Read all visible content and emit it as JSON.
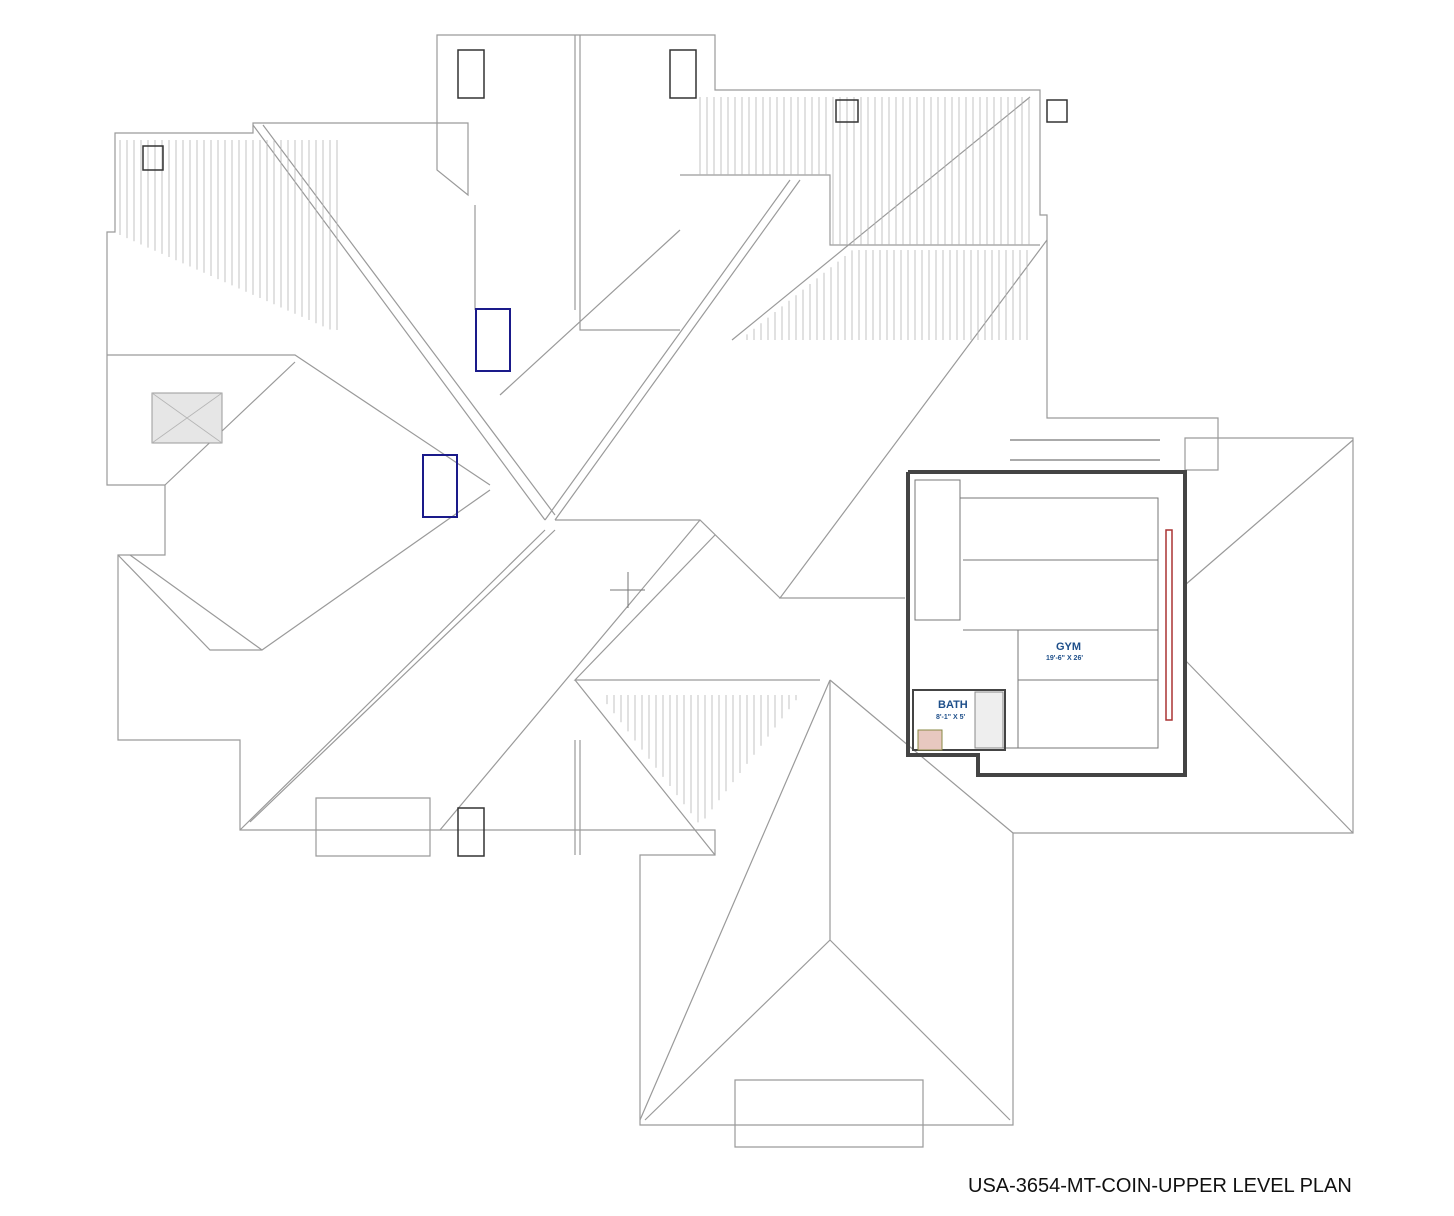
{
  "plan": {
    "title": "USA-3654-MT-COIN-UPPER LEVEL PLAN",
    "rooms": [
      {
        "name": "GYM",
        "dimensions": "19'-6\" X 26'"
      },
      {
        "name": "BATH",
        "dimensions": "8'-1\" X 5'"
      }
    ],
    "colors": {
      "label": "#1e4f8a",
      "roof_lines": "#9a9a9a",
      "skylight": "#1a1a8a",
      "walls": "#444444"
    }
  }
}
